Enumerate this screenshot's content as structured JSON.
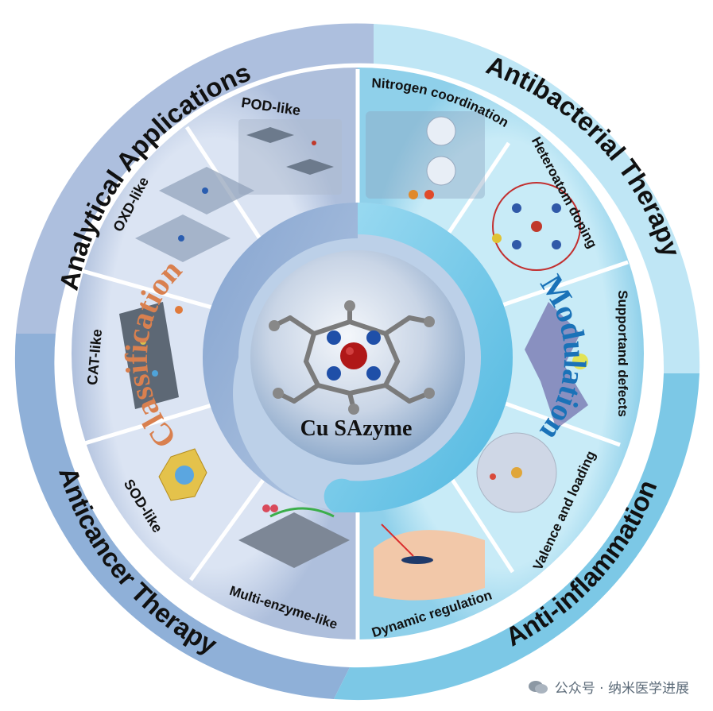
{
  "outer_ring": {
    "analytical": "Analytical Applications",
    "antibacterial": "Antibacterial Therapy",
    "anticancer": "Anticancer Therapy",
    "antiinflammation": "Anti-inflammation"
  },
  "segments": {
    "pod": "POD-like",
    "oxd": "OXD-like",
    "cat": "CAT-like",
    "sod": "SOD-like",
    "multi": "Multi-enzyme-like",
    "nitrogen": "Nitrogen coordination",
    "heteroatom": "Heteroatom doping",
    "support": "Supportand defects",
    "valence": "Valence and loading",
    "dynamic": "Dynamic regulation"
  },
  "inner": {
    "classification": "Classification",
    "modulation": "Modulation"
  },
  "center": {
    "title": "Cu SAzyme"
  },
  "watermark": {
    "text": "公众号 · 纳米医学进展"
  },
  "colors": {
    "left_ring": "#c9d6ea",
    "right_ring": "#a9dcef",
    "classification": "#d9804f",
    "modulation": "#1a72b8",
    "cu_atom": "#b01818",
    "n_atom": "#1f4fa8"
  }
}
